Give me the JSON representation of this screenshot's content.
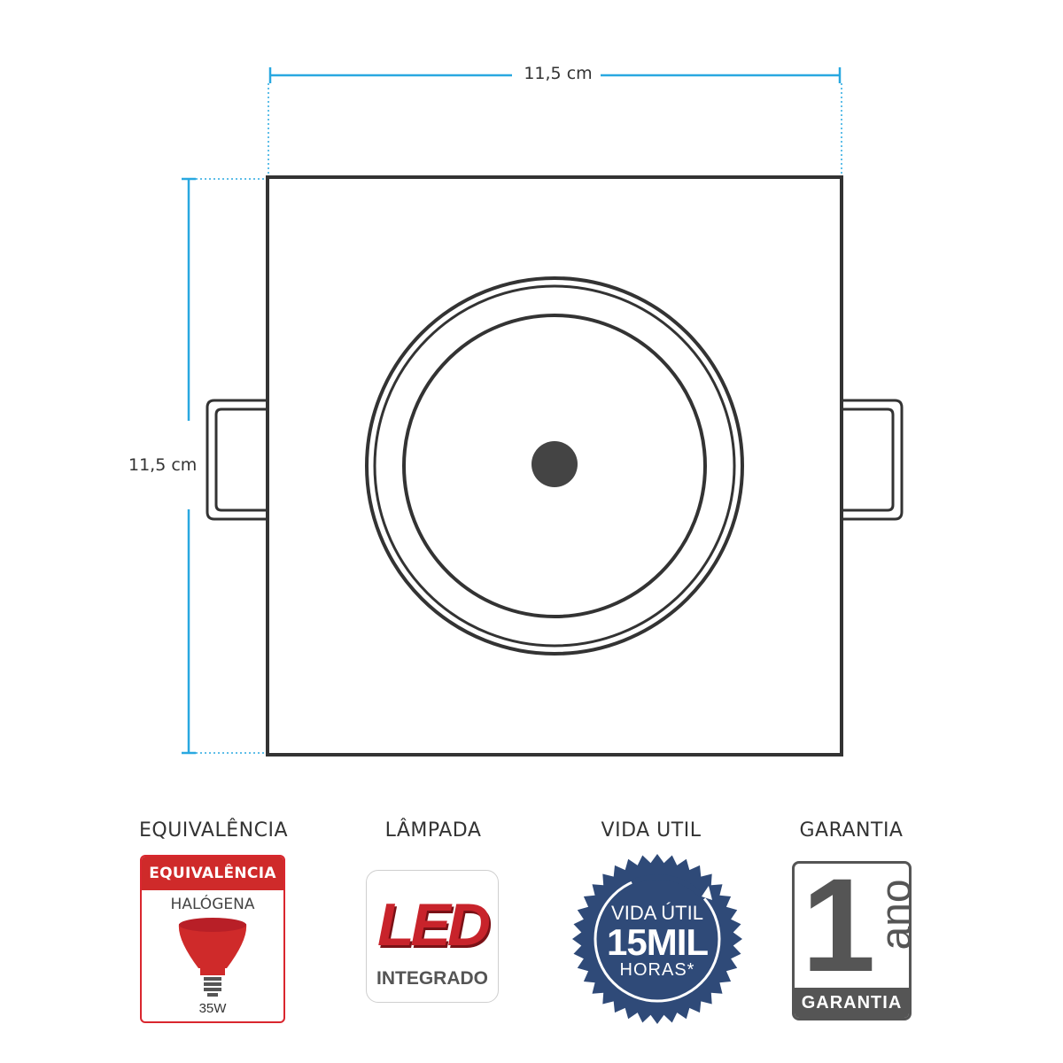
{
  "dimensions": {
    "width_label": "11,5 cm",
    "height_label": "11,5 cm"
  },
  "colors": {
    "dimension_line": "#29a8e0",
    "outline": "#333333",
    "red": "#cf2a2a",
    "navy": "#2f4a78",
    "gray": "#555555"
  },
  "features": [
    {
      "heading": "EQUIVALÊNCIA"
    },
    {
      "heading": "LÂMPADA"
    },
    {
      "heading": "VIDA UTIL"
    },
    {
      "heading": "GARANTIA"
    }
  ],
  "equivalence_badge": {
    "band": "EQUIVALÊNCIA",
    "type": "HALÓGENA",
    "watt": "35W",
    "icon": "halogen-lamp-icon"
  },
  "led_badge": {
    "word": "LED",
    "sub": "INTEGRADO"
  },
  "life_seal": {
    "line1": "VIDA ÚTIL",
    "line2": "15MIL",
    "line3": "HORAS*"
  },
  "warranty_badge": {
    "number": "1",
    "unit": "ano",
    "band": "GARANTIA"
  }
}
